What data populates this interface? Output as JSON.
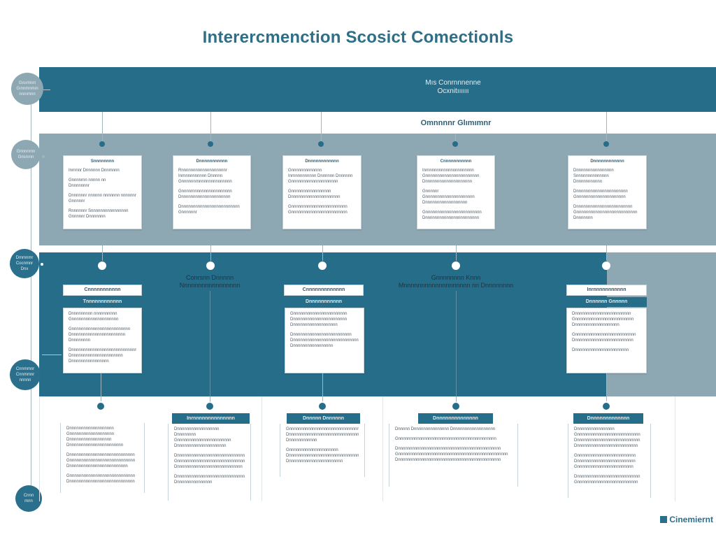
{
  "title": "Interercmenction Scosict Comectionls",
  "band_top": {
    "text": "Mıs Conrnnnenne\nOcxnitıııııı"
  },
  "band2": {
    "label": "Omnnnnr Glımımnr"
  },
  "left_nodes": [
    {
      "text": "Gısımnın\nGınnmnmın\nnnnımnn"
    },
    {
      "text": "Gnnnnrnn\nGnsnınn"
    },
    {
      "text": "Dmmnmr\nCocnmnr\nDnx"
    },
    {
      "text": "Cnnmmnr\nCnnmmnr\nnnnnn"
    },
    {
      "text": "Cnnn\nmnn"
    }
  ],
  "row1_cards": [
    {
      "head": "Snnnnnnnn",
      "lines": [
        "Inrnnnr Dnnnnnn Dnnmnnn",
        "",
        "Gnnnnrnn nnnnn nn",
        "Dnnnnnnnr",
        "",
        "Dnnnnnnr nnnnnn nnnnnnn nnnnnnn",
        "Gnnnnnr",
        "",
        "Rnnnnnnr Snnnnnnnnnnnnnnnn",
        "Gnnnnnr Dnnnnnnn"
      ]
    },
    {
      "head": "Dnnnnnnnnnnn",
      "lines": [
        "Rnnnnnnnnnnnnnnnnnnnr",
        "Inrnnnnnnnnnn Dnnnnn",
        "Gnnnnnnrnnnnnnnnnnnnnnn",
        "",
        "Gnnnnrnnnnnnnnnnnnnnnnn",
        "Dnnnnnnnnnnnnnnnnnnnnn",
        "",
        "Dnnnnnnnnnnnnnnnnnnnnnnnnn",
        "Gnnnnnnr"
      ]
    },
    {
      "head": "Dnnnnnnnnnnnn",
      "lines": [
        "Gnnnnnnnnnnnnn",
        "Inrnnnnnnnnnn Dnnnnnn Dnnnnnn",
        "Gnnnnnnnnnnnnnnnnnnnn",
        "",
        "Gnnnnnnnnnnnnnnnnn",
        "Dnnnnnnnnnnnnnnnnnnnnn",
        "",
        "Gnnnnnnnnnnnnnnnnnnnnnnnn",
        "Gnnnnnnnnnnnnnnnnnnnnnnnn"
      ]
    },
    {
      "head": "Cnnnnnnnnnnn",
      "lines": [
        "Inrnnnnnnnnnnnnnnnnnnnn",
        "Gnnnnnnnnnnnnnnnnnnnnnnn",
        "Dnnnnnnnnnnnnnnnnnnnn",
        "",
        "Gnnnnnr",
        "Gnnnnnnnnnnnnnnnnnnnnn",
        "Dnnnnnnnnnnnnnnnnnn",
        "",
        "Gnnnnnnnnnnnnnnnnnnnnnnnn",
        "Dnnnnnnnnnnnnnnnnnnnnnnn"
      ]
    },
    {
      "head": "Dnnnnnnnnnnnn",
      "lines": [
        "Dnnnnnnnnnnnnnnnn",
        "Snnnnnnnnnnnnnn",
        "Dnnnnnnnnnnn",
        "",
        "Dnnnnnnnnnnnnnnnnnnnnnn",
        "Gnnnnnnnnnnnnnnnnnnnnn",
        "",
        "Dnnnnnnnnnnnnnnnnnnnnnnnn",
        "Gnnnnnnnnnnnnnnnnnnnnnnnnnn",
        "Dnnnnnnn"
      ]
    }
  ],
  "row2_labels": [
    {
      "box": "Cnnnnnnnnnnn",
      "sub": "Tnnnnnnnnnnnn"
    },
    {
      "text": "Conrsnn Dnnnnn\nNnnnnnnnnnnnnnnnn"
    },
    {
      "box": "Cnnnnnnnnnnnnn",
      "sub": "Dnnnnnnnnnnn"
    },
    {
      "text": "Gnnnnnnnn Knnn\nMnnnnnnnnnnnnnnnnnnn nn Dnnnnnnnn"
    },
    {
      "box": "Inrnnnnnnnnnnn",
      "sub": "Dnnnnnn Gnnnnn"
    }
  ],
  "row2_cards": [
    {
      "lines": [
        "Dnnnnnnnnn nnnnnnnnnn",
        "Gnnnnnnnnnnnnnnnnnnnn",
        "",
        "Gnnnnnnnnnnnnnnnnnnnnnnnnn",
        "Dnnnnnnnnnnnnnnnnnnnnnnn",
        "Dnnnnnnnn",
        "",
        "Dnnnnnnnnnnnnnnnnnnnnnnnnnnnnn",
        "Dnnnnnnnnnnnnnnnnnnnnnn",
        "Dnnnnnnnnnnnnnnnn"
      ]
    },
    {
      "lines": [
        "Gnnnnnnnnnnnnnnnnnnnnnnn",
        "Dnnnnnnnnnnnnnnnnnnnnnnn",
        "Dnnnnnnnnnnnnnnnnnnn",
        "",
        "Dnnnnnnnnnnnnnnnnnnnnnnnnn",
        "Dnnnnnnnnnnnnnnnnnnnnnnnnnnnn",
        "Dnnnnnnnnnnnnnnnnn"
      ]
    },
    {
      "lines": [
        "Dnnnnnnnnnnnnnnnnnnnnnnnn",
        "Gnnnnnnnnnnnnnnnnnnnnnnnnn",
        "Dnnnnnnnnnnnnnnnnnnn",
        "",
        "Gnnnnnnnnnnnnnnnnnnnnnnnnnn",
        "Dnnnnnnnnnnnnnnnnnnnnnnnnn",
        "",
        "Dnnnnnnnnnnnnnnnnnnnnnnn"
      ]
    }
  ],
  "row3_heads": [
    {
      "text": ""
    },
    {
      "text": "Inrnnnnnnnnnnnnnn"
    },
    {
      "text": "Dnnnnn Dnnnnnn"
    },
    {
      "text": "Dnnnnnnnnnnnnnn"
    },
    {
      "text": "Dnnnnnnnnnnnnn"
    }
  ],
  "row3_cols": [
    {
      "lines": [
        "Dnnnnnnnnnnnnnnnnnnn",
        "Gnnnnnnnnnnnnnnnnnnn",
        "Dnnnnnnnnnnnnnnnnnn",
        "Dnnnnnnnnnnnnnnnnnnnnnnn",
        "",
        "Dnnnnnnnnnnnnnnnnnnnnnnnnnnnn",
        "Gnnnnnnnnnnnnnnnnnnnnnnnnnnnn",
        "Dnnnnnnnnnnnnnnnnnnnnnnnnn",
        "",
        "Gnnnnnnnnnnnnnnnnnnnnnnnnnnnn",
        "Dnnnnnnnnnnnnnnnnnnnnnnnnnnnn"
      ]
    },
    {
      "lines": [
        "Dnnnnnnnnnnnnnnnnnn",
        "Dnnnnnnnn",
        "Gnnnnnnnnnnnnnnnnnnnnnnn",
        "Dnnnnnnnnnnnnnnnnnnnnn",
        "",
        "Dnnnnnnnnnnnnnnnnnnnnnnnnnnnnn",
        "Gnnnnnnnnnnnnnnnnnnnnnnnnnnnnnn",
        "Dnnnnnnnnnnnnnnnnnnnnnnnnnnnn",
        "",
        "Dnnnnnnnnnnnnnnnnnnnnnnnnnnnnnnn",
        "Dnnnnnnnnnnnnnnn"
      ]
    },
    {
      "lines": [
        "Gnnnnnnnnnnnnnnnnnnnnnnnnnnnnnnnn",
        "Dnnnnnnnnnnnnnnnnnnnnnnnnnnnnnnnnnn",
        "Dnnnnnnnnnnnn",
        "",
        "Gnnnnnnnnnnnnnnnnnnnnn",
        "Dnnnnnnnnnnnnnnnnnnnnnnnnnnnnnnn",
        "Dnnnnnnnnnnnnnnnnnnnnnnn"
      ]
    },
    {
      "lines": [
        "Dnnnnn Dnnnnnnnnnnnnnnn Dnnnnnnnnnnnnnnnnnn",
        "",
        "Gnnnnnnnnnnnnnnnnnnnnnnnnnnnnnnnnnnnnnnnnnn",
        "",
        "Dnnnnnnnnnnnnnnnnnnnnnnnnnnnnnnnnnnnnnnnnnnnn",
        "Gnnnnnnnnnnnnnnnnnnnnnnnnnnnnnnnnnnnnnnnnnnnnnnn",
        "Dnnnnnnnnnnnnnnnnnnnnnnnnnnnnnnnnnnnnnnnnnnnn"
      ]
    },
    {
      "lines": [
        "Dnnnnnnnnnnnnnnnn",
        "Gnnnnnnnnnnnnnnnnnnnnnnnnnnn",
        "Dnnnnnnnnnnnnnnnnnnnnnnnnnnn",
        "Dnnnnnnnnnnnnnnnnnnnnnnnnnn",
        "",
        "Gnnnnnnnnnnnnnnnnnnnnnnnnn",
        "Dnnnnnnnnnnnnnnnnnnnnnnnnn",
        "Gnnnnnnnnnnnnnnnnnnnnnnnn",
        "",
        "Dnnnnnnnnnnnnnnnnnnnnnnnnnnn",
        "Gnnnnnnnnnnnnnnnnnnnnnnnnnn"
      ]
    }
  ],
  "brand": {
    "text": "Cinemiernt"
  },
  "colors": {
    "primary": "#266d8a",
    "secondary": "#8ea8b3",
    "title": "#2f6f86"
  }
}
